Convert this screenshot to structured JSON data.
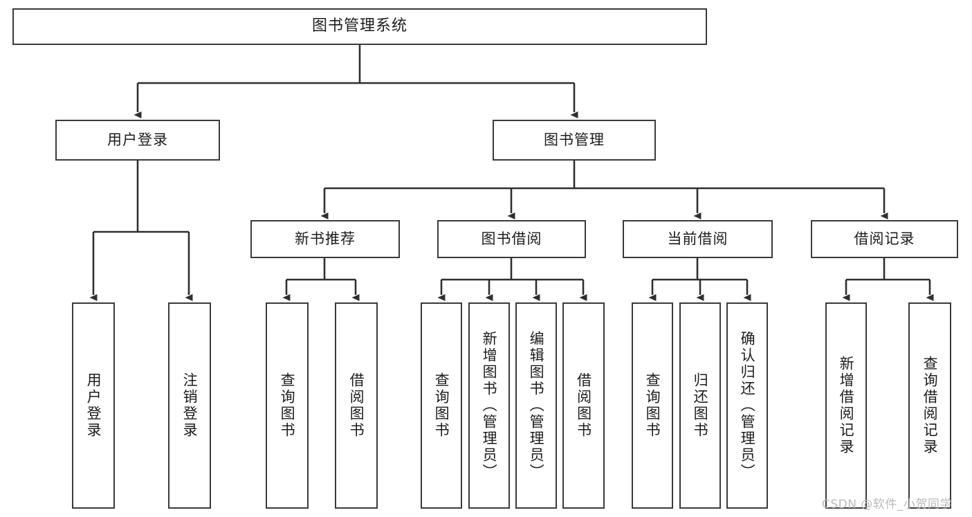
{
  "diagram": {
    "title": "图书管理系统",
    "type": "tree-hierarchy-chart",
    "watermark": "CSDN @软件_小贺同学",
    "colors": {
      "box_border": "#3a3a3a",
      "box_fill": "#ffffff",
      "edge": "#2f2f2f",
      "text": "#1c1c1c",
      "watermark": "#b9b9b9"
    },
    "nodes": {
      "root": {
        "label": "图书管理系统"
      },
      "tier2": [
        {
          "label": "用户登录"
        },
        {
          "label": "图书管理"
        }
      ],
      "tier3": [
        {
          "label": "新书推荐"
        },
        {
          "label": "图书借阅"
        },
        {
          "label": "当前借阅"
        },
        {
          "label": "借阅记录"
        }
      ],
      "leaves": {
        "user_login": [
          {
            "label": "用户登录"
          },
          {
            "label": "注销登录"
          }
        ],
        "new_book_recommend": [
          {
            "label": "查询图书"
          },
          {
            "label": "借阅图书"
          }
        ],
        "book_borrow": [
          {
            "label": "查询图书"
          },
          {
            "label": "新增图书（管理员）"
          },
          {
            "label": "编辑图书（管理员）"
          },
          {
            "label": "借阅图书"
          }
        ],
        "current_borrow": [
          {
            "label": "查询图书"
          },
          {
            "label": "归还图书"
          },
          {
            "label": "确认归还（管理员）"
          }
        ],
        "borrow_record": [
          {
            "label": "新增借阅记录"
          },
          {
            "label": "查询借阅记录"
          }
        ]
      }
    }
  }
}
